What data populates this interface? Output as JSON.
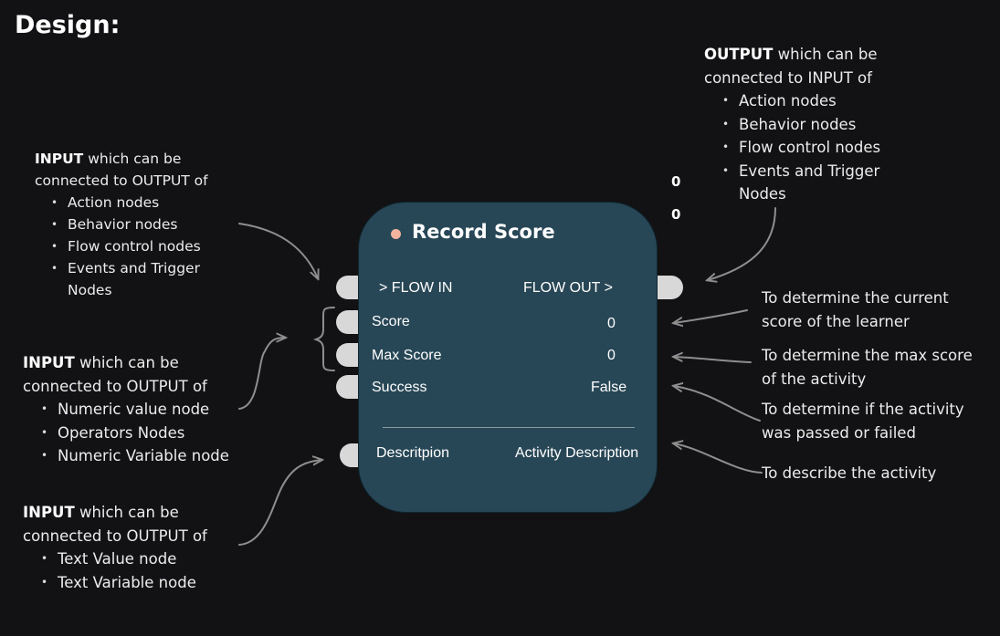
{
  "heading": "Design:",
  "node": {
    "title": "Record Score",
    "flow_in": "> FLOW IN",
    "flow_out": "FLOW OUT >",
    "score_label": "Score",
    "score_value": "0",
    "max_score_label": "Max Score",
    "max_score_value": "0",
    "success_label": "Success",
    "success_value": "False",
    "description_label": "Descritpion",
    "description_value": "Activity Description",
    "extra_zero_1": "0",
    "extra_zero_2": "0"
  },
  "notes": {
    "flow_input": {
      "bold": "INPUT",
      "rest": " which can be",
      "line2": "connected to OUTPUT of",
      "items": [
        "Action nodes",
        "Behavior nodes",
        "Flow control nodes",
        "Events and Trigger",
        "Nodes"
      ]
    },
    "numeric_input": {
      "bold": "INPUT",
      "rest": " which can be",
      "line2": "connected to OUTPUT of",
      "items": [
        "Numeric value node",
        "Operators Nodes",
        "Numeric Variable node"
      ]
    },
    "text_input": {
      "bold": "INPUT",
      "rest": " which can be",
      "line2": "connected to OUTPUT of",
      "items": [
        "Text Value node",
        "Text Variable node"
      ]
    },
    "flow_output": {
      "bold": "OUTPUT",
      "rest": " which can be",
      "line2": "connected to INPUT of",
      "items": [
        "Action nodes",
        "Behavior nodes",
        "Flow control nodes",
        "Events and Trigger",
        "Nodes"
      ]
    },
    "score": [
      "To determine the current",
      "score of the learner"
    ],
    "max_score": [
      "To determine the max score",
      "of the activity"
    ],
    "success": [
      "To determine if the activity",
      "was passed or failed"
    ],
    "description": [
      "To describe the activity"
    ]
  },
  "colors": {
    "background": "#121214",
    "node_fill": "#284756",
    "port": "#d8d8d8",
    "status_dot": "#f3b49f",
    "arrow": "#8e8e8e"
  }
}
